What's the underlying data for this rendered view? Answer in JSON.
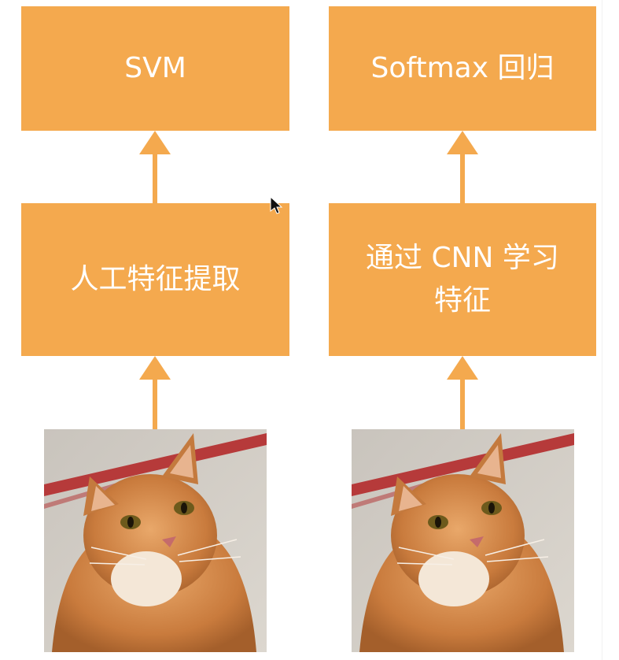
{
  "colors": {
    "box_fill": "#f4a94e",
    "box_text": "#ffffff",
    "arrow": "#f4a94e"
  },
  "left_pipeline": {
    "classifier": "SVM",
    "feature_step": "人工特征提取",
    "input_image": "cat-photo"
  },
  "right_pipeline": {
    "classifier": "Softmax 回归",
    "feature_step_line1": "通过 CNN 学习",
    "feature_step_line2": "特征",
    "input_image": "cat-photo"
  },
  "icons": {
    "arrow": "arrow-up-icon",
    "pointer": "mouse-cursor-icon"
  }
}
